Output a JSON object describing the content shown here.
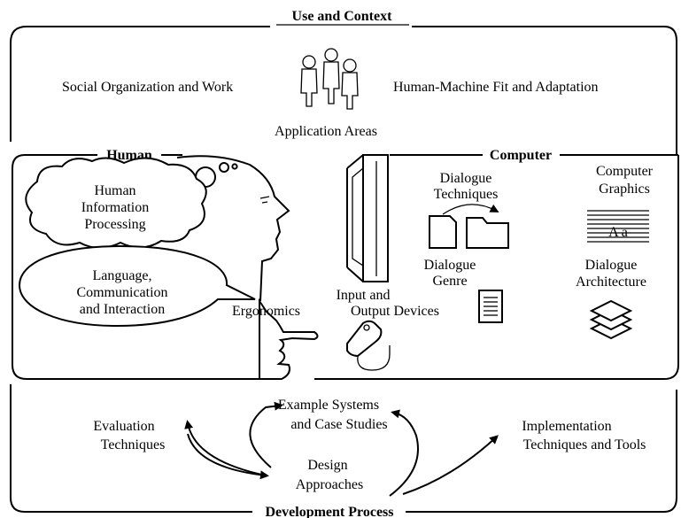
{
  "sections": {
    "use_context": "Use and Context",
    "human": "Human",
    "computer": "Computer",
    "development": "Development Process"
  },
  "use_context": {
    "social": "Social Organization and Work",
    "fit": "Human-Machine Fit and Adaptation",
    "application": "Application Areas"
  },
  "human": {
    "info_line1": "Human",
    "info_line2": "Information",
    "info_line3": "Processing",
    "lang_line1": "Language,",
    "lang_line2": "Communication",
    "lang_line3": "and Interaction",
    "ergonomics": "Ergonomics"
  },
  "computer": {
    "io_line1": "Input and",
    "io_line2": "Output Devices",
    "dt_line1": "Dialogue",
    "dt_line2": "Techniques",
    "dg_line1": "Dialogue",
    "dg_line2": "Genre",
    "cg_line1": "Computer",
    "cg_line2": "Graphics",
    "cg_glyph": "A a",
    "da_line1": "Dialogue",
    "da_line2": "Architecture"
  },
  "development": {
    "eval_line1": "Evaluation",
    "eval_line2": "Techniques",
    "ex_line1": "Example Systems",
    "ex_line2": "and Case Studies",
    "design_line1": "Design",
    "design_line2": "Approaches",
    "impl_line1": "Implementation",
    "impl_line2": "Techniques and Tools"
  }
}
